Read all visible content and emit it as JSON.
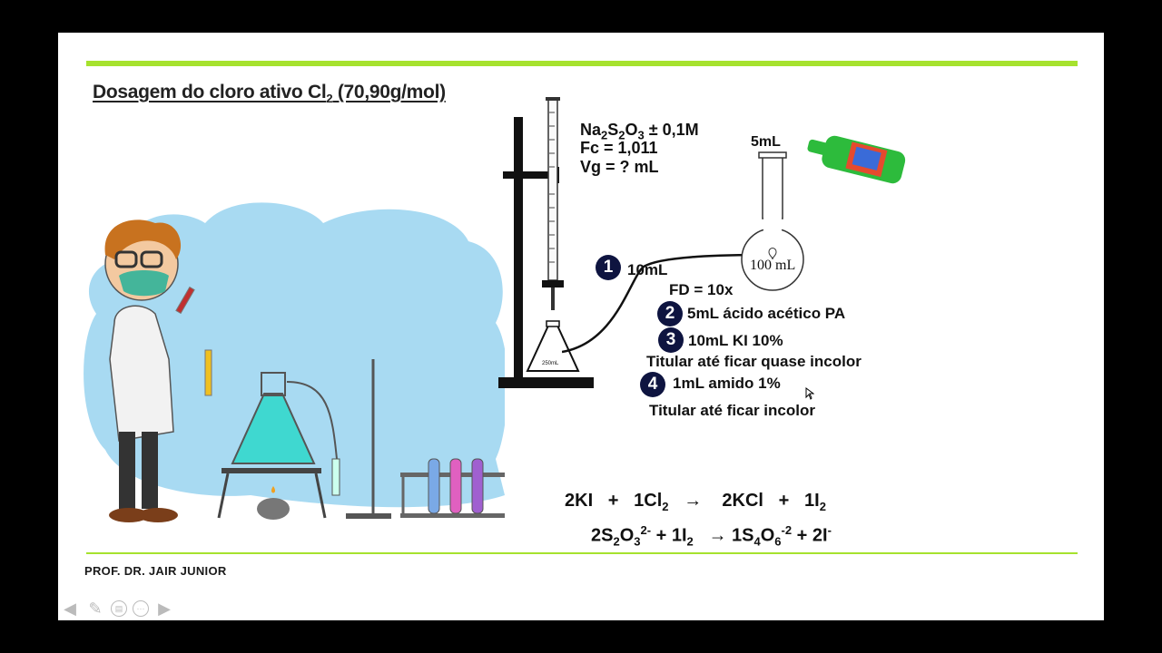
{
  "slide": {
    "title_prefix": "Dosagem do cloro ativo Cl",
    "title_sub": "2",
    "title_suffix": " (70,90g/mol)",
    "reagent": {
      "line1_parts": [
        "Na",
        "2",
        "S",
        "2",
        "O",
        "3",
        " ± 0,1M"
      ],
      "line2": "Fc = 1,011",
      "line3": "Vg = ?  mL"
    },
    "sample_volume": "5mL",
    "flask_label": "100 mL",
    "erlenmeyer_label": "250mL",
    "steps": [
      {
        "number": "1",
        "text": "10mL"
      },
      {
        "number": "2",
        "text": "5mL ácido acético PA"
      },
      {
        "number": "3",
        "text": "10mL KI 10%"
      },
      {
        "number": "4",
        "text": "1mL amido 1%"
      }
    ],
    "dilution_factor": "FD = 10x",
    "titrate_1": "Titular até ficar quase incolor",
    "titrate_2": "Titular até ficar incolor",
    "equation1": {
      "a": "2KI",
      "plus1": "+",
      "b": "1Cl",
      "b_sub": "2",
      "arrow": "→",
      "c": "2KCl",
      "plus2": "+",
      "d": "1I",
      "d_sub": "2"
    },
    "equation2": {
      "a": "2S",
      "a_sub1": "2",
      "a2": "O",
      "a_sub2": "3",
      "a_sup": "2-",
      "plus1": " + 1I",
      "plus1_sub": "2",
      "arrow": "→",
      "c": "1S",
      "c_sub1": "4",
      "c2": "O",
      "c_sub2": "6",
      "c_sup": "-2",
      "d": " + 2I",
      "d_sup": "-"
    },
    "footer": "PROF. DR. JAIR JUNIOR"
  },
  "colors": {
    "accent": "#a6e22e",
    "badge": "#0e1440",
    "cloud": "#a8daf2"
  },
  "icons": [
    "arrow-left-icon",
    "pen-icon",
    "slides-icon",
    "more-icon",
    "arrow-right-icon"
  ]
}
